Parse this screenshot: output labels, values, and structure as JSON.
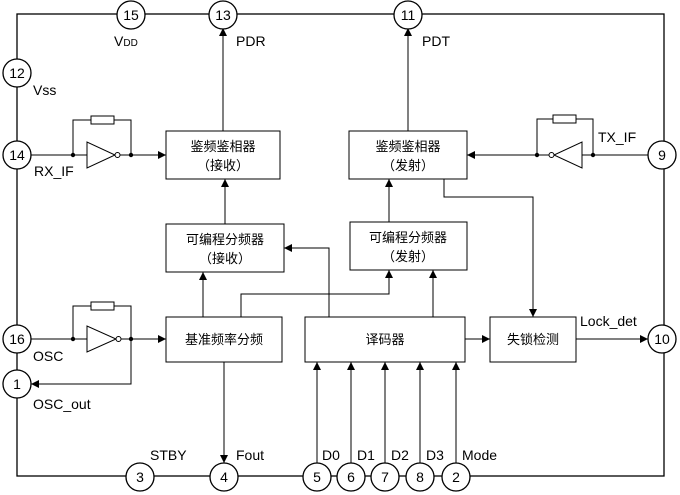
{
  "blocks": {
    "pd_rx": [
      "鉴频鉴相器",
      "（接收）"
    ],
    "pd_tx": [
      "鉴频鉴相器",
      "（发射）"
    ],
    "div_rx": [
      "可编程分频器",
      "（接收）"
    ],
    "div_tx": [
      "可编程分频器",
      "（发射）"
    ],
    "ref_div": "基准频率分频",
    "decoder": "译码器",
    "lock_detect": "失锁检测"
  },
  "pins": {
    "p15": {
      "num": "15",
      "label": "V",
      "label_sub": "DD"
    },
    "p13": {
      "num": "13",
      "label": "PDR"
    },
    "p11": {
      "num": "11",
      "label": "PDT"
    },
    "p12": {
      "num": "12",
      "label": "Vss"
    },
    "p14": {
      "num": "14",
      "label": "RX_IF"
    },
    "p9": {
      "num": "9",
      "label": "TX_IF"
    },
    "p16": {
      "num": "16",
      "label": "OSC"
    },
    "p1": {
      "num": "1",
      "label": "OSC_out"
    },
    "p10": {
      "num": "10",
      "label": "Lock_det"
    },
    "p3": {
      "num": "3",
      "label": "STBY"
    },
    "p4": {
      "num": "4",
      "label": "Fout"
    },
    "p5": {
      "num": "5",
      "label": "D0"
    },
    "p6": {
      "num": "6",
      "label": "D1"
    },
    "p7": {
      "num": "7",
      "label": "D2"
    },
    "p8": {
      "num": "8",
      "label": "D3"
    },
    "p2": {
      "num": "2",
      "label": "Mode"
    }
  }
}
